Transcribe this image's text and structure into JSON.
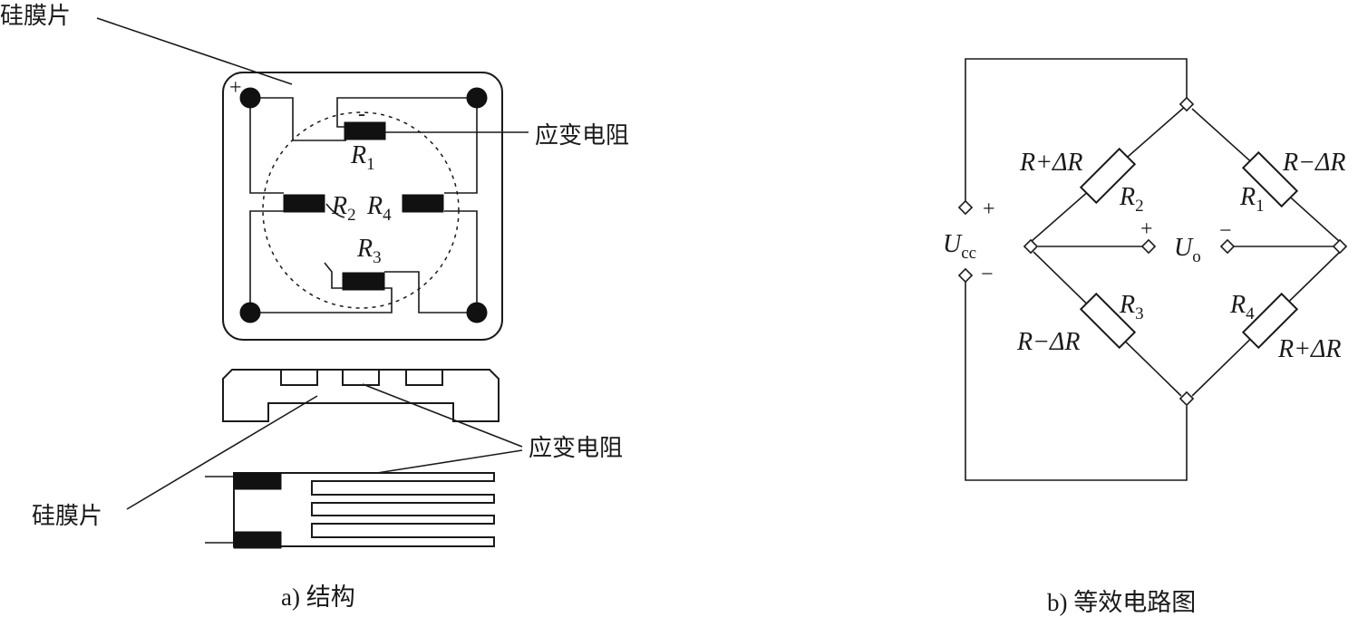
{
  "structure": {
    "label_top_silicon": "硅膜片",
    "label_strain_resistor_1": "应变电阻",
    "label_strain_resistor_2": "应变电阻",
    "label_bottom_silicon": "硅膜片",
    "plus_sign": "+",
    "minus_sign": "-",
    "resistors": [
      {
        "base": "R",
        "sub": "1"
      },
      {
        "base": "R",
        "sub": "2"
      },
      {
        "base": "R",
        "sub": "4"
      },
      {
        "base": "R",
        "sub": "3"
      }
    ],
    "caption": "a) 结构"
  },
  "circuit": {
    "arm_labels": {
      "top_left": "R+ΔR",
      "top_right": "R−ΔR",
      "bottom_left": "R−ΔR",
      "bottom_right": "R+ΔR"
    },
    "resistors": [
      {
        "base": "R",
        "sub": "2"
      },
      {
        "base": "R",
        "sub": "1"
      },
      {
        "base": "R",
        "sub": "3"
      },
      {
        "base": "R",
        "sub": "4"
      }
    ],
    "supply": {
      "base": "U",
      "sub": "cc",
      "plus": "+",
      "minus": "−"
    },
    "output": {
      "base": "U",
      "sub": "o",
      "plus": "+",
      "minus": "−"
    },
    "caption": "b) 等效电路图"
  }
}
